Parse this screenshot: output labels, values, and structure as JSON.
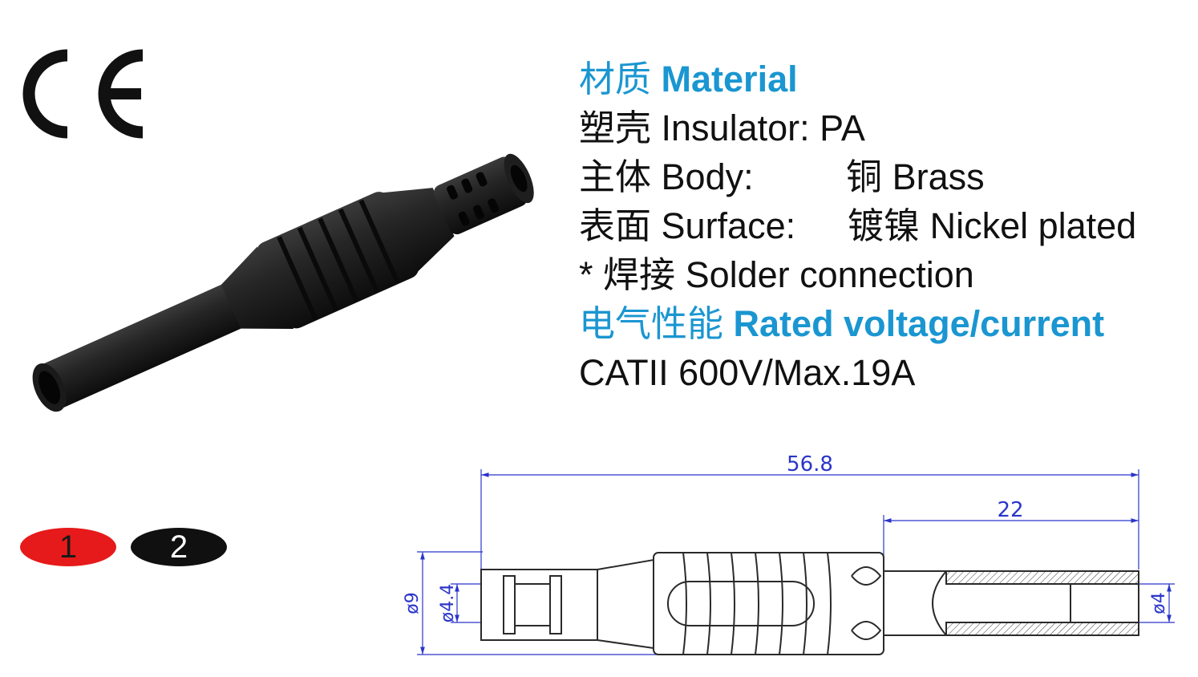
{
  "certification": {
    "mark": "CE",
    "icon": "ce-mark-icon"
  },
  "product": {
    "image": "black-4mm-banana-socket-photo"
  },
  "specs": {
    "material_heading": {
      "zh": "材质",
      "en": "Material"
    },
    "insulator": {
      "zh": "塑壳",
      "label": "Insulator:",
      "value": "PA"
    },
    "body": {
      "zh": "主体",
      "label": "Body:",
      "value_zh": "铜",
      "value": "Brass"
    },
    "surface": {
      "zh": "表面",
      "label": "Surface:",
      "value_zh": "镀镍",
      "value": "Nickel plated"
    },
    "connection": {
      "bullet": "*",
      "zh": "焊接",
      "value": "Solder connection"
    },
    "rating_heading": {
      "zh": "电气性能",
      "en": "Rated voltage/current"
    },
    "rating": {
      "value": "CATII 600V/Max.19A"
    }
  },
  "colors": [
    {
      "number": "1",
      "color": "#e61a1a"
    },
    {
      "number": "2",
      "color": "#101010"
    }
  ],
  "drawing": {
    "overall_length": "56.8",
    "socket_length": "22",
    "outer_diameter": "ø9",
    "inner_diameter": "ø4.4",
    "bore_diameter": "ø4",
    "line_color": "#2a35c9"
  }
}
